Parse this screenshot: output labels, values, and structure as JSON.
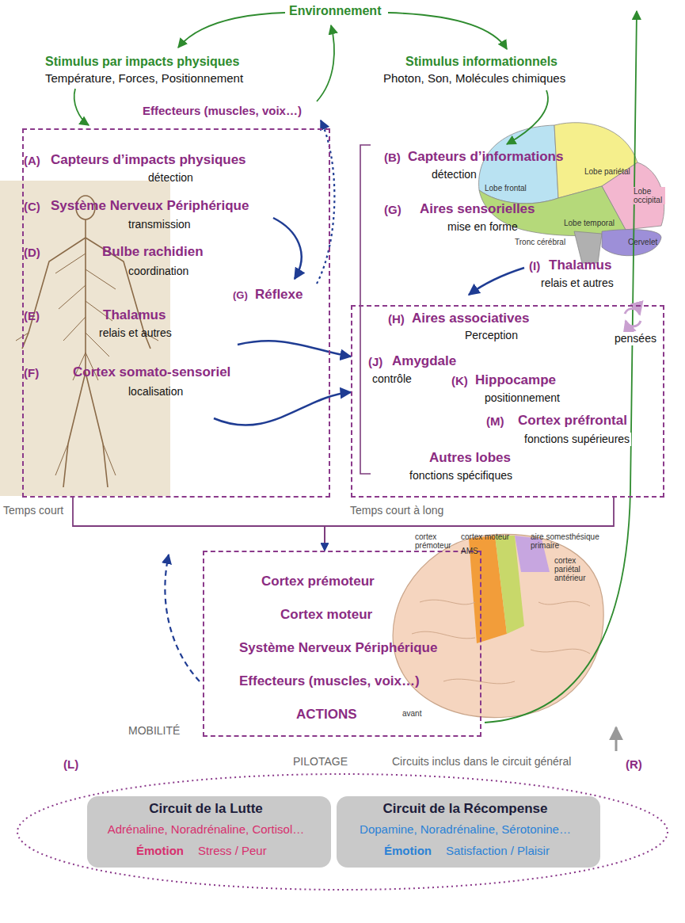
{
  "diagram": {
    "nodes": [
      {
        "text": [
          "(A)",
          "Capteurs d’impacts physiques",
          "détection",
          "(C)",
          "Système Nerveux Périphérique",
          "transmission",
          "(D)",
          "Bulbe rachidien",
          "coordination",
          "(G)",
          "Réflexe",
          "(E)",
          "Thalamus",
          "relais et autres",
          "(F)",
          "Cortex somato-sensoriel",
          "localisation",
          "Temps court"
        ]
      },
      {
        "text": [
          "(H)",
          "Aires associatives",
          "Perception",
          "pensées",
          "(J)",
          "Amygdale",
          "contrôle",
          "(K)",
          "Hippocampe",
          "positionnement",
          "(M)",
          "Cortex préfrontal",
          "fonctions supérieures",
          "Autres lobes",
          "fonctions spécifiques",
          "Temps court à long"
        ]
      },
      {
        "text": [
          "Cortex prémoteur",
          "Cortex moteur",
          "Système Nerveux Périphérique",
          "Effecteurs (muscles, voix…)",
          "ACTIONS",
          "MOBILITÉ"
        ]
      },
      {
        "text": [
          "(L)",
          "(R)"
        ]
      },
      {
        "text": [
          "Circuit de la Lutte",
          "Adrénaline, Noradrénaline, Cortisol…",
          "Émotion",
          "Stress / Peur"
        ],
        "in": 3
      },
      {
        "text": [
          "Circuit de la Récompense",
          "Dopamine, Noradrénaline, Sérotonine…",
          "Émotion",
          "Satisfaction / Plaisir"
        ],
        "in": 3
      }
    ],
    "edges": [
      {
        "from": 0,
        "to": 1,
        "arrow": "to"
      },
      {
        "from": 0,
        "to": 1,
        "arrow": "to"
      },
      {
        "from": 0,
        "to": 2,
        "arrow": "to"
      },
      {
        "from": 1,
        "to": 2,
        "arrow": "to"
      }
    ],
    "labels": [
      "Environnement",
      "Stimulus par impacts physiques",
      "Température, Forces, Positionnement",
      "Stimulus informationnels",
      "Photon, Son, Molécules chimiques",
      "Effecteurs (muscles, voix…)",
      "(B)",
      "Capteurs d’informations",
      "détection",
      "(G)",
      "Aires sensorielles",
      "mise en forme",
      "(I)",
      "Thalamus",
      "relais et autres",
      "Lobe pariétal",
      "Lobe frontal",
      "Lobe occipital",
      "Lobe temporal",
      "Tronc cérébral",
      "Cervelet",
      "cortex prémoteur",
      "cortex moteur",
      "AMS",
      "aire somesthésique primaire",
      "cortex pariétal antérieur",
      "avant",
      "PILOTAGE",
      "Circuits inclus dans le circuit général"
    ]
  }
}
